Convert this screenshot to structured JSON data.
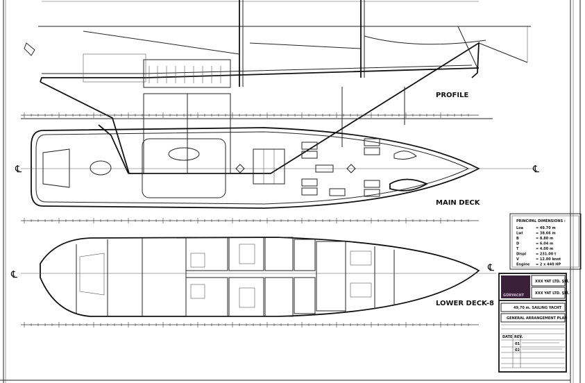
{
  "views": {
    "profile": "PROFILE",
    "main_deck": "MAIN DECK",
    "lower_deck": "LOWER DECK-8"
  },
  "centerline_symbol": "℄",
  "principal_dimensions": {
    "title": "PRINCIPAL DIMENSIONS :",
    "rows": [
      {
        "k": "Loa",
        "v": "= 49.70 m"
      },
      {
        "k": "Lwl",
        "v": "= 38.66 m"
      },
      {
        "k": "B",
        "v": "= 8.80 m"
      },
      {
        "k": "D",
        "v": "= 6.04 m"
      },
      {
        "k": "T",
        "v": "= 4.00 m"
      },
      {
        "k": "Displ",
        "v": "= 231.00 t"
      },
      {
        "k": "V",
        "v": "= 12.00 knot"
      },
      {
        "k": "Engine",
        "v": "= 2 x 440 HP"
      }
    ]
  },
  "title_block": {
    "company_1": "XXX YAT LTD. ŞTİ.",
    "company_2": "XXX YAT LTD. ŞTİ.",
    "logo_text": "GÜRYACHT",
    "vessel": "49,70 m. SAILING YACHT",
    "drawing": "GENERAL ARRANGEMENT PLAN",
    "date_header": "DATE",
    "rev_header": "REV.",
    "revisions": [
      {
        "date": "",
        "rev": "01"
      },
      {
        "date": "",
        "rev": "02"
      }
    ]
  },
  "colors": {
    "ink": "#111111",
    "logo": "#3a1f38"
  }
}
